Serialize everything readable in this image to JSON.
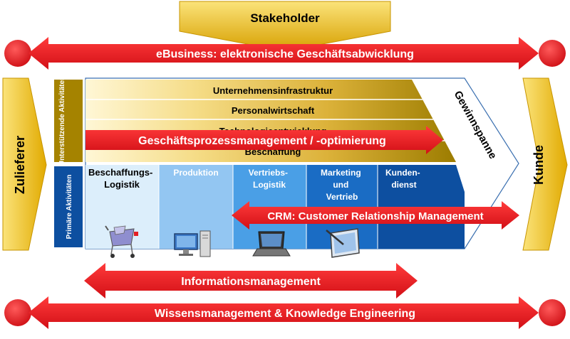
{
  "stakeholder": "Stakeholder",
  "ebusiness": "eBusiness: elektronische Geschäftsabwicklung",
  "zulieferer": "Zulieferer",
  "kunde": "Kunde",
  "support_title": "Unterstützende Aktivitäten",
  "primary_title": "Primäre Aktivitäten",
  "support_rows": [
    "Unternehmensinfrastruktur",
    "Personalwirtschaft",
    "Technologieentwicklung",
    "Beschaffung"
  ],
  "primary": [
    {
      "line1": "Beschaffungs-",
      "line2": "Logistik",
      "line3": ""
    },
    {
      "line1": "Produktion",
      "line2": "",
      "line3": ""
    },
    {
      "line1": "Vertriebs-",
      "line2": "Logistik",
      "line3": ""
    },
    {
      "line1": "Marketing",
      "line2": "und",
      "line3": "Vertrieb"
    },
    {
      "line1": "Kunden-",
      "line2": "dienst",
      "line3": ""
    }
  ],
  "gewinnspanne": "Gewinnspanne",
  "gpm": "Geschäftsprozessmanagement / -optimierung",
  "crm": "CRM: Customer Relationship Management",
  "info": "Informationsmanagement",
  "wissen": "Wissensmanagement & Knowledge Engineering",
  "colors": {
    "red": "#e31e24",
    "gold": "#e2ad00",
    "support_dark": "#a58300",
    "primary_dark": "#0d4fa0",
    "primary_light": "#dceefb"
  },
  "icons": [
    "shopping-cart-icon",
    "desktop-computer-icon",
    "laptop-icon",
    "tablet-pen-icon"
  ]
}
